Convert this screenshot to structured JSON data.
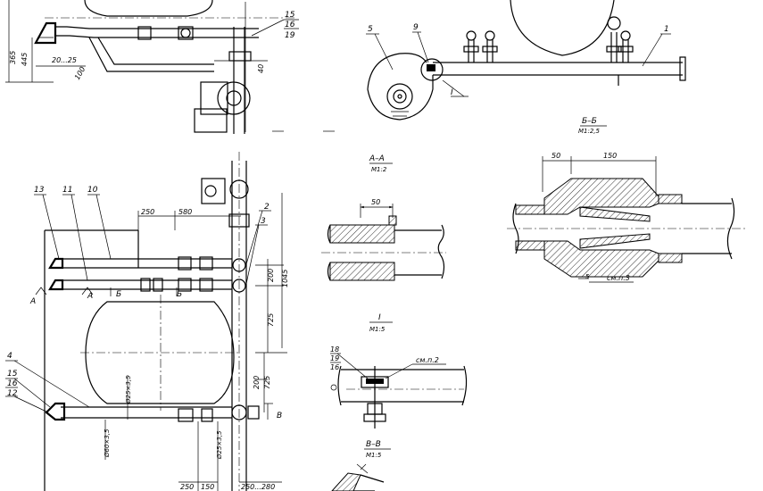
{
  "views": {
    "top_left": {
      "dims": [
        "365",
        "445",
        "20...25",
        "100",
        "40"
      ],
      "callouts": [
        "15",
        "16",
        "19"
      ]
    },
    "top_right": {
      "callouts": [
        "5",
        "9",
        "1"
      ],
      "section_mark": "I"
    },
    "section_aa": {
      "title": "А–А",
      "scale": "М1:2",
      "dim": "50"
    },
    "section_bb": {
      "title": "Б–Б",
      "scale": "М1:2,5",
      "dims": [
        "50",
        "150"
      ],
      "note": "см.п.3",
      "ref": "5"
    },
    "detail_i": {
      "title": "I",
      "scale": "М1:5",
      "callouts": [
        "18",
        "19",
        "16"
      ],
      "note": "см.п.2"
    },
    "section_vv": {
      "title": "В–В",
      "scale": "М1:5"
    },
    "main_view": {
      "callouts": [
        "13",
        "11",
        "10",
        "2",
        "3",
        "4",
        "15",
        "16",
        "12"
      ],
      "dims": [
        "250",
        "580",
        "200",
        "1045",
        "725",
        "200",
        "725",
        "250",
        "150",
        "250...280"
      ],
      "diameters": [
        "Ø25×3,5",
        "Ø60×3,5",
        "Ø25×3,5"
      ],
      "section_marks": {
        "a": "А",
        "b": "Б",
        "v": "В"
      }
    }
  }
}
